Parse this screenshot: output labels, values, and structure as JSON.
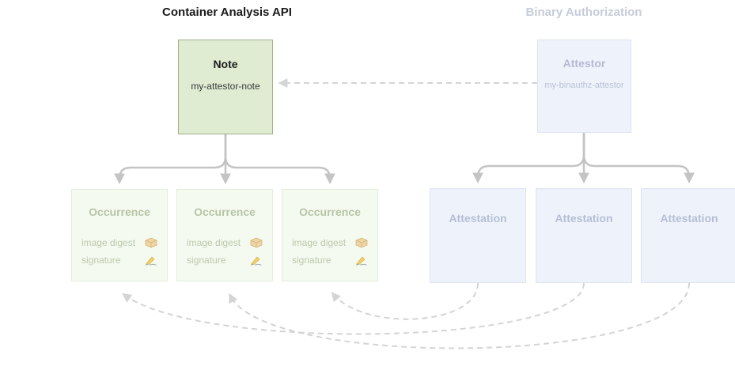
{
  "titles": {
    "left": "Container Analysis API",
    "right": "Binary Authorization"
  },
  "note": {
    "title": "Note",
    "name": "my-attestor-note"
  },
  "attestor": {
    "title": "Attestor",
    "name": "my-binauthz-attestor"
  },
  "occurrences": [
    {
      "title": "Occurrence",
      "fields": [
        {
          "label": "image digest",
          "icon": "package-icon"
        },
        {
          "label": "signature",
          "icon": "signature-icon"
        }
      ]
    },
    {
      "title": "Occurrence",
      "fields": [
        {
          "label": "image digest",
          "icon": "package-icon"
        },
        {
          "label": "signature",
          "icon": "signature-icon"
        }
      ]
    },
    {
      "title": "Occurrence",
      "fields": [
        {
          "label": "image digest",
          "icon": "package-icon"
        },
        {
          "label": "signature",
          "icon": "signature-icon"
        }
      ]
    }
  ],
  "attestations": [
    {
      "title": "Attestation"
    },
    {
      "title": "Attestation"
    },
    {
      "title": "Attestation"
    }
  ],
  "colors": {
    "note_fill": "#dfecd2",
    "note_border": "#9eb287",
    "occurrence_fill": "#f5faf0",
    "occurrence_border": "#e3edd8",
    "binauthz_fill": "#eef2fb",
    "binauthz_border": "#dde4f3",
    "faded_green_text": "#b5c5a6",
    "faded_blue_text": "#b5bfd4",
    "solid_arrow": "#c4c4c4",
    "dashed_arrow": "#d4d4d4"
  }
}
